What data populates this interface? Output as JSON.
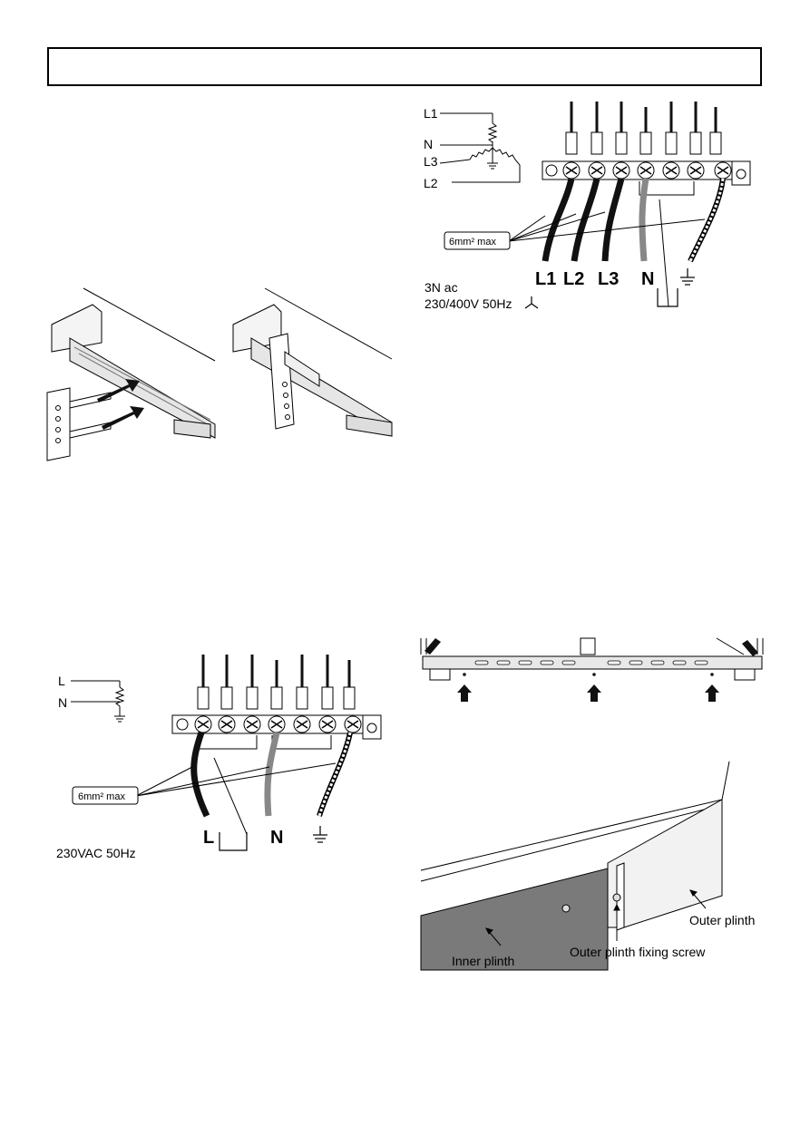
{
  "three_phase": {
    "l1": "L1",
    "n": "N",
    "l3": "L3",
    "l2": "L2",
    "cable_size": "6mm² max",
    "term_l1": "L1",
    "term_l2": "L2",
    "term_l3": "L3",
    "term_n": "N",
    "supply_line1": "3N ac",
    "supply_line2": "230/400V 50Hz"
  },
  "single_phase": {
    "l": "L",
    "n": "N",
    "cable_size": "6mm² max",
    "term_l": "L",
    "term_n": "N",
    "supply": "230VAC 50Hz"
  },
  "plinth": {
    "outer_plinth": "Outer plinth",
    "inner_plinth": "Inner plinth",
    "fixing_screw": "Outer plinth fixing screw"
  },
  "icons": {
    "earth": "earth-ground-icon",
    "star": "star-wye-icon"
  }
}
